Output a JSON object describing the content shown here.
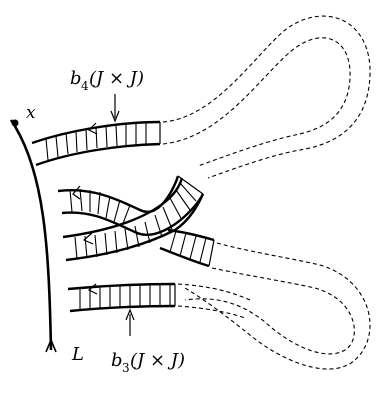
{
  "labels": {
    "point": "x",
    "curve": "L",
    "band_top_name": "b",
    "band_top_sub": "4",
    "band_top_args": "(J × J)",
    "band_bottom_name": "b",
    "band_bottom_sub": "3",
    "band_bottom_args": "(J × J)"
  }
}
